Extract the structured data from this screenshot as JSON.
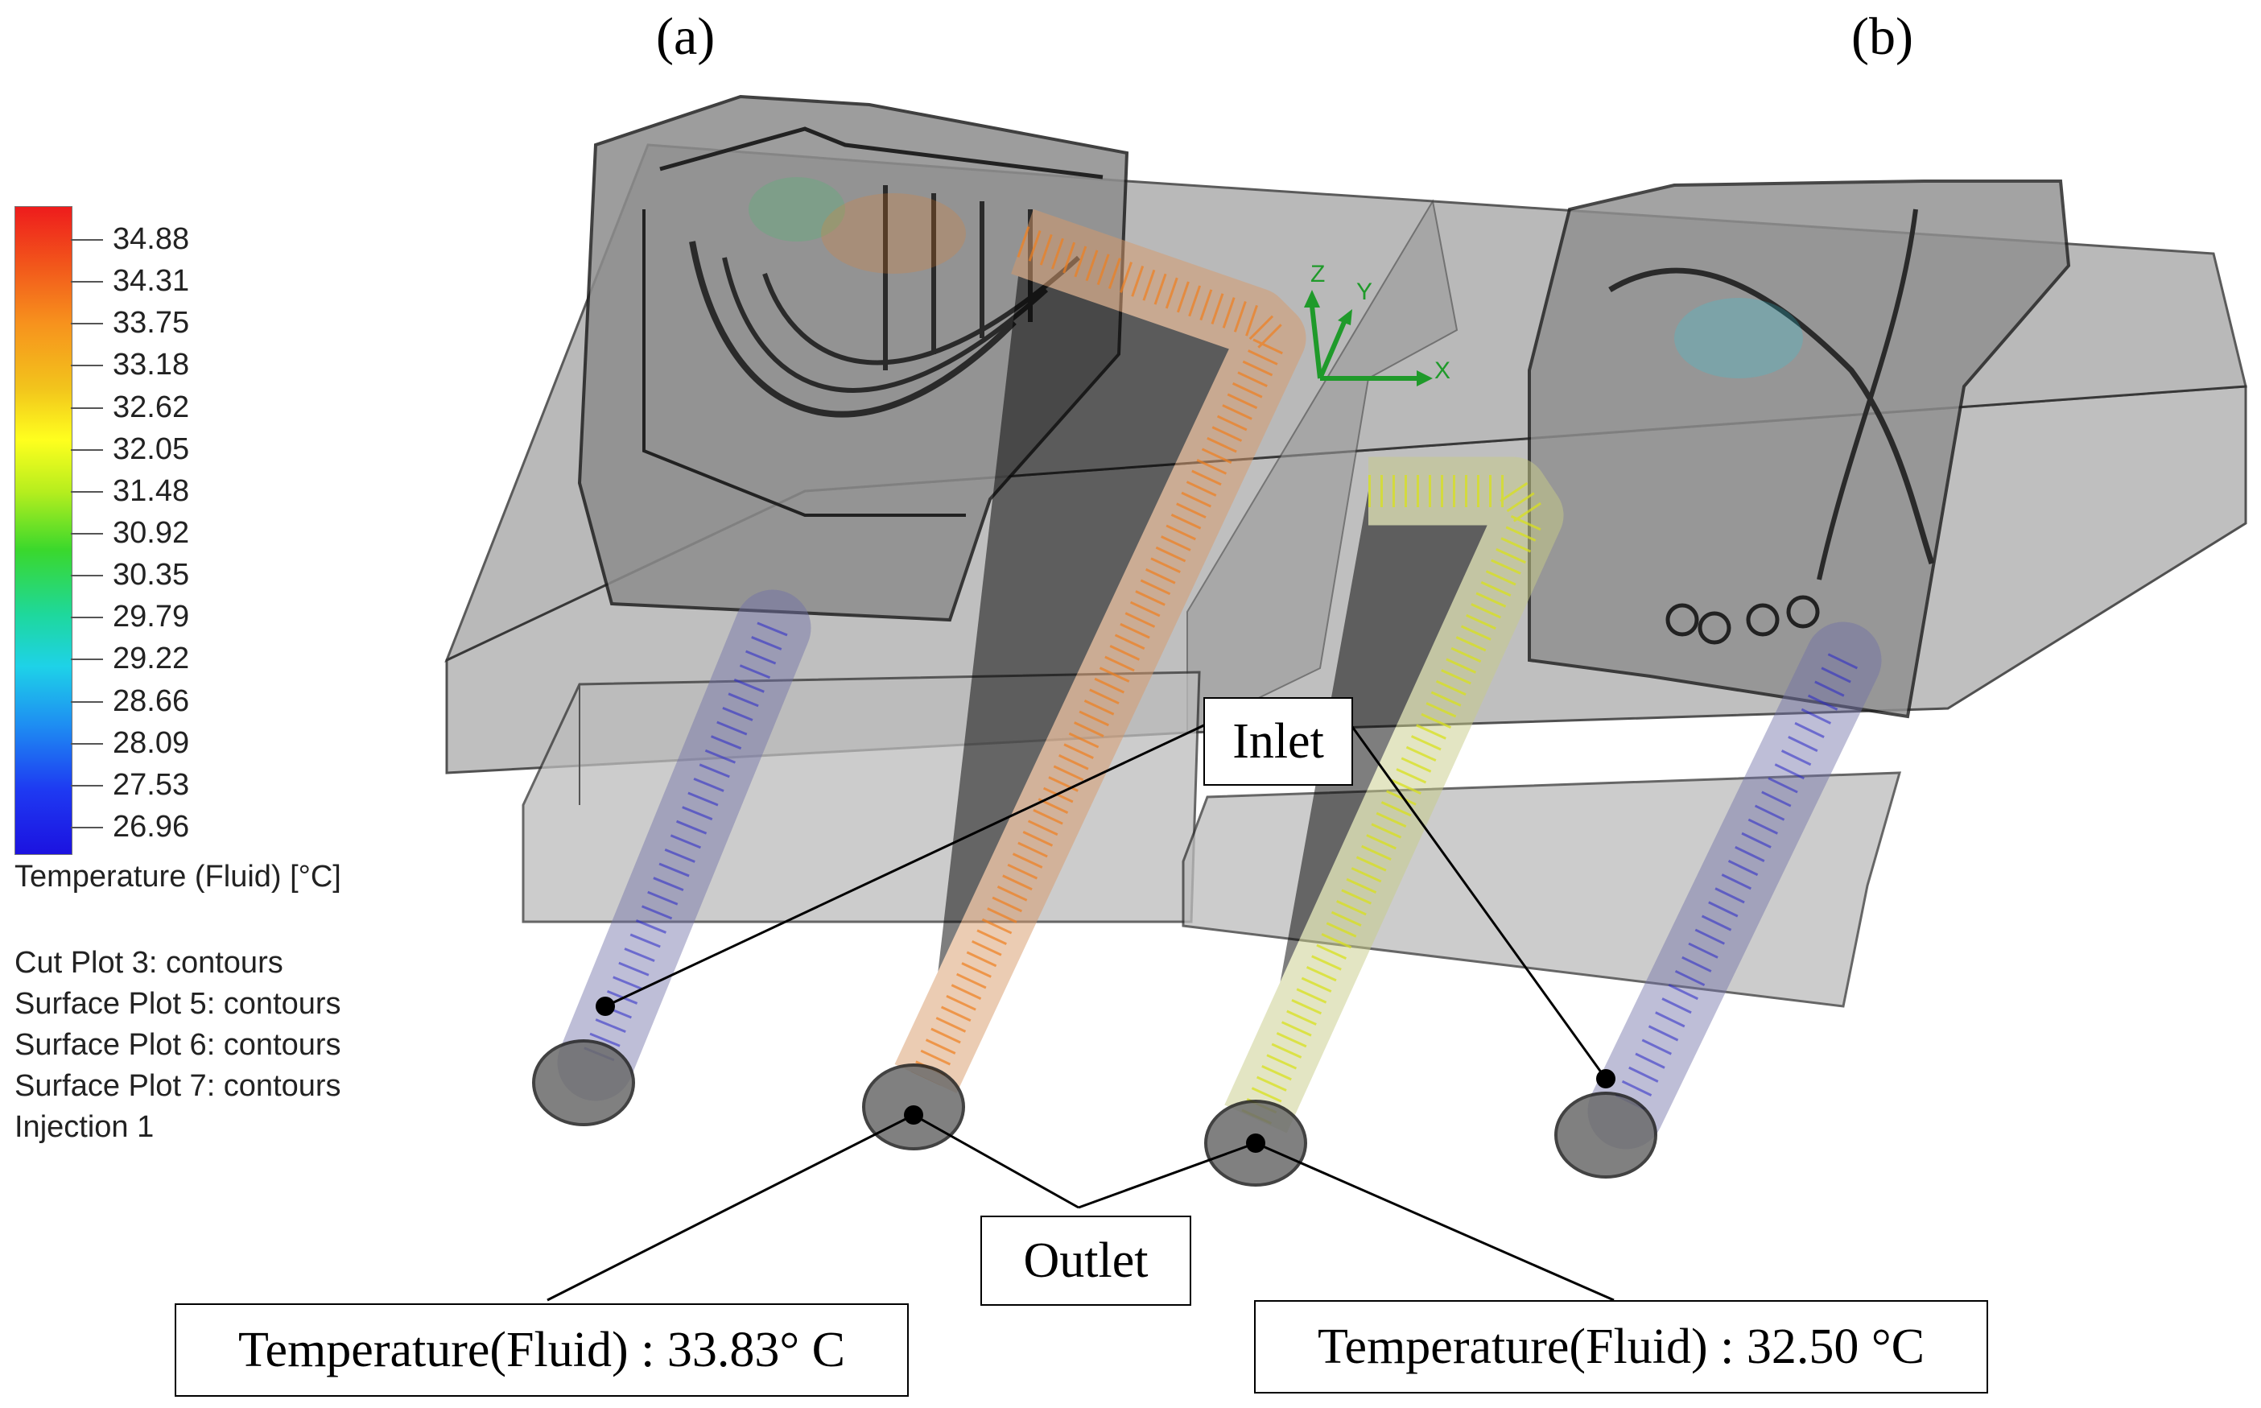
{
  "panels": {
    "a": "(a)",
    "b": "(b)"
  },
  "legend": {
    "ticks": [
      "34.88",
      "34.31",
      "33.75",
      "33.18",
      "32.62",
      "32.05",
      "31.48",
      "30.92",
      "30.35",
      "29.79",
      "29.22",
      "28.66",
      "28.09",
      "27.53",
      "26.96"
    ],
    "title": "Temperature (Fluid) [°C]",
    "plots": [
      "Cut Plot 3: contours",
      "Surface Plot 5: contours",
      "Surface Plot 6: contours",
      "Surface Plot 7: contours",
      "Injection 1"
    ]
  },
  "axes": {
    "x": "X",
    "y": "Y",
    "z": "Z"
  },
  "callouts": {
    "inlet": "Inlet",
    "outlet": "Outlet",
    "temp_a": "Temperature(Fluid) : 33.83° C",
    "temp_b": "Temperature(Fluid) : 32.50 °C"
  },
  "colors": {
    "hot": "#f07f1e",
    "warm": "#d8e01c",
    "cool": "#2a28c8",
    "mold": "#a9a9a9"
  }
}
